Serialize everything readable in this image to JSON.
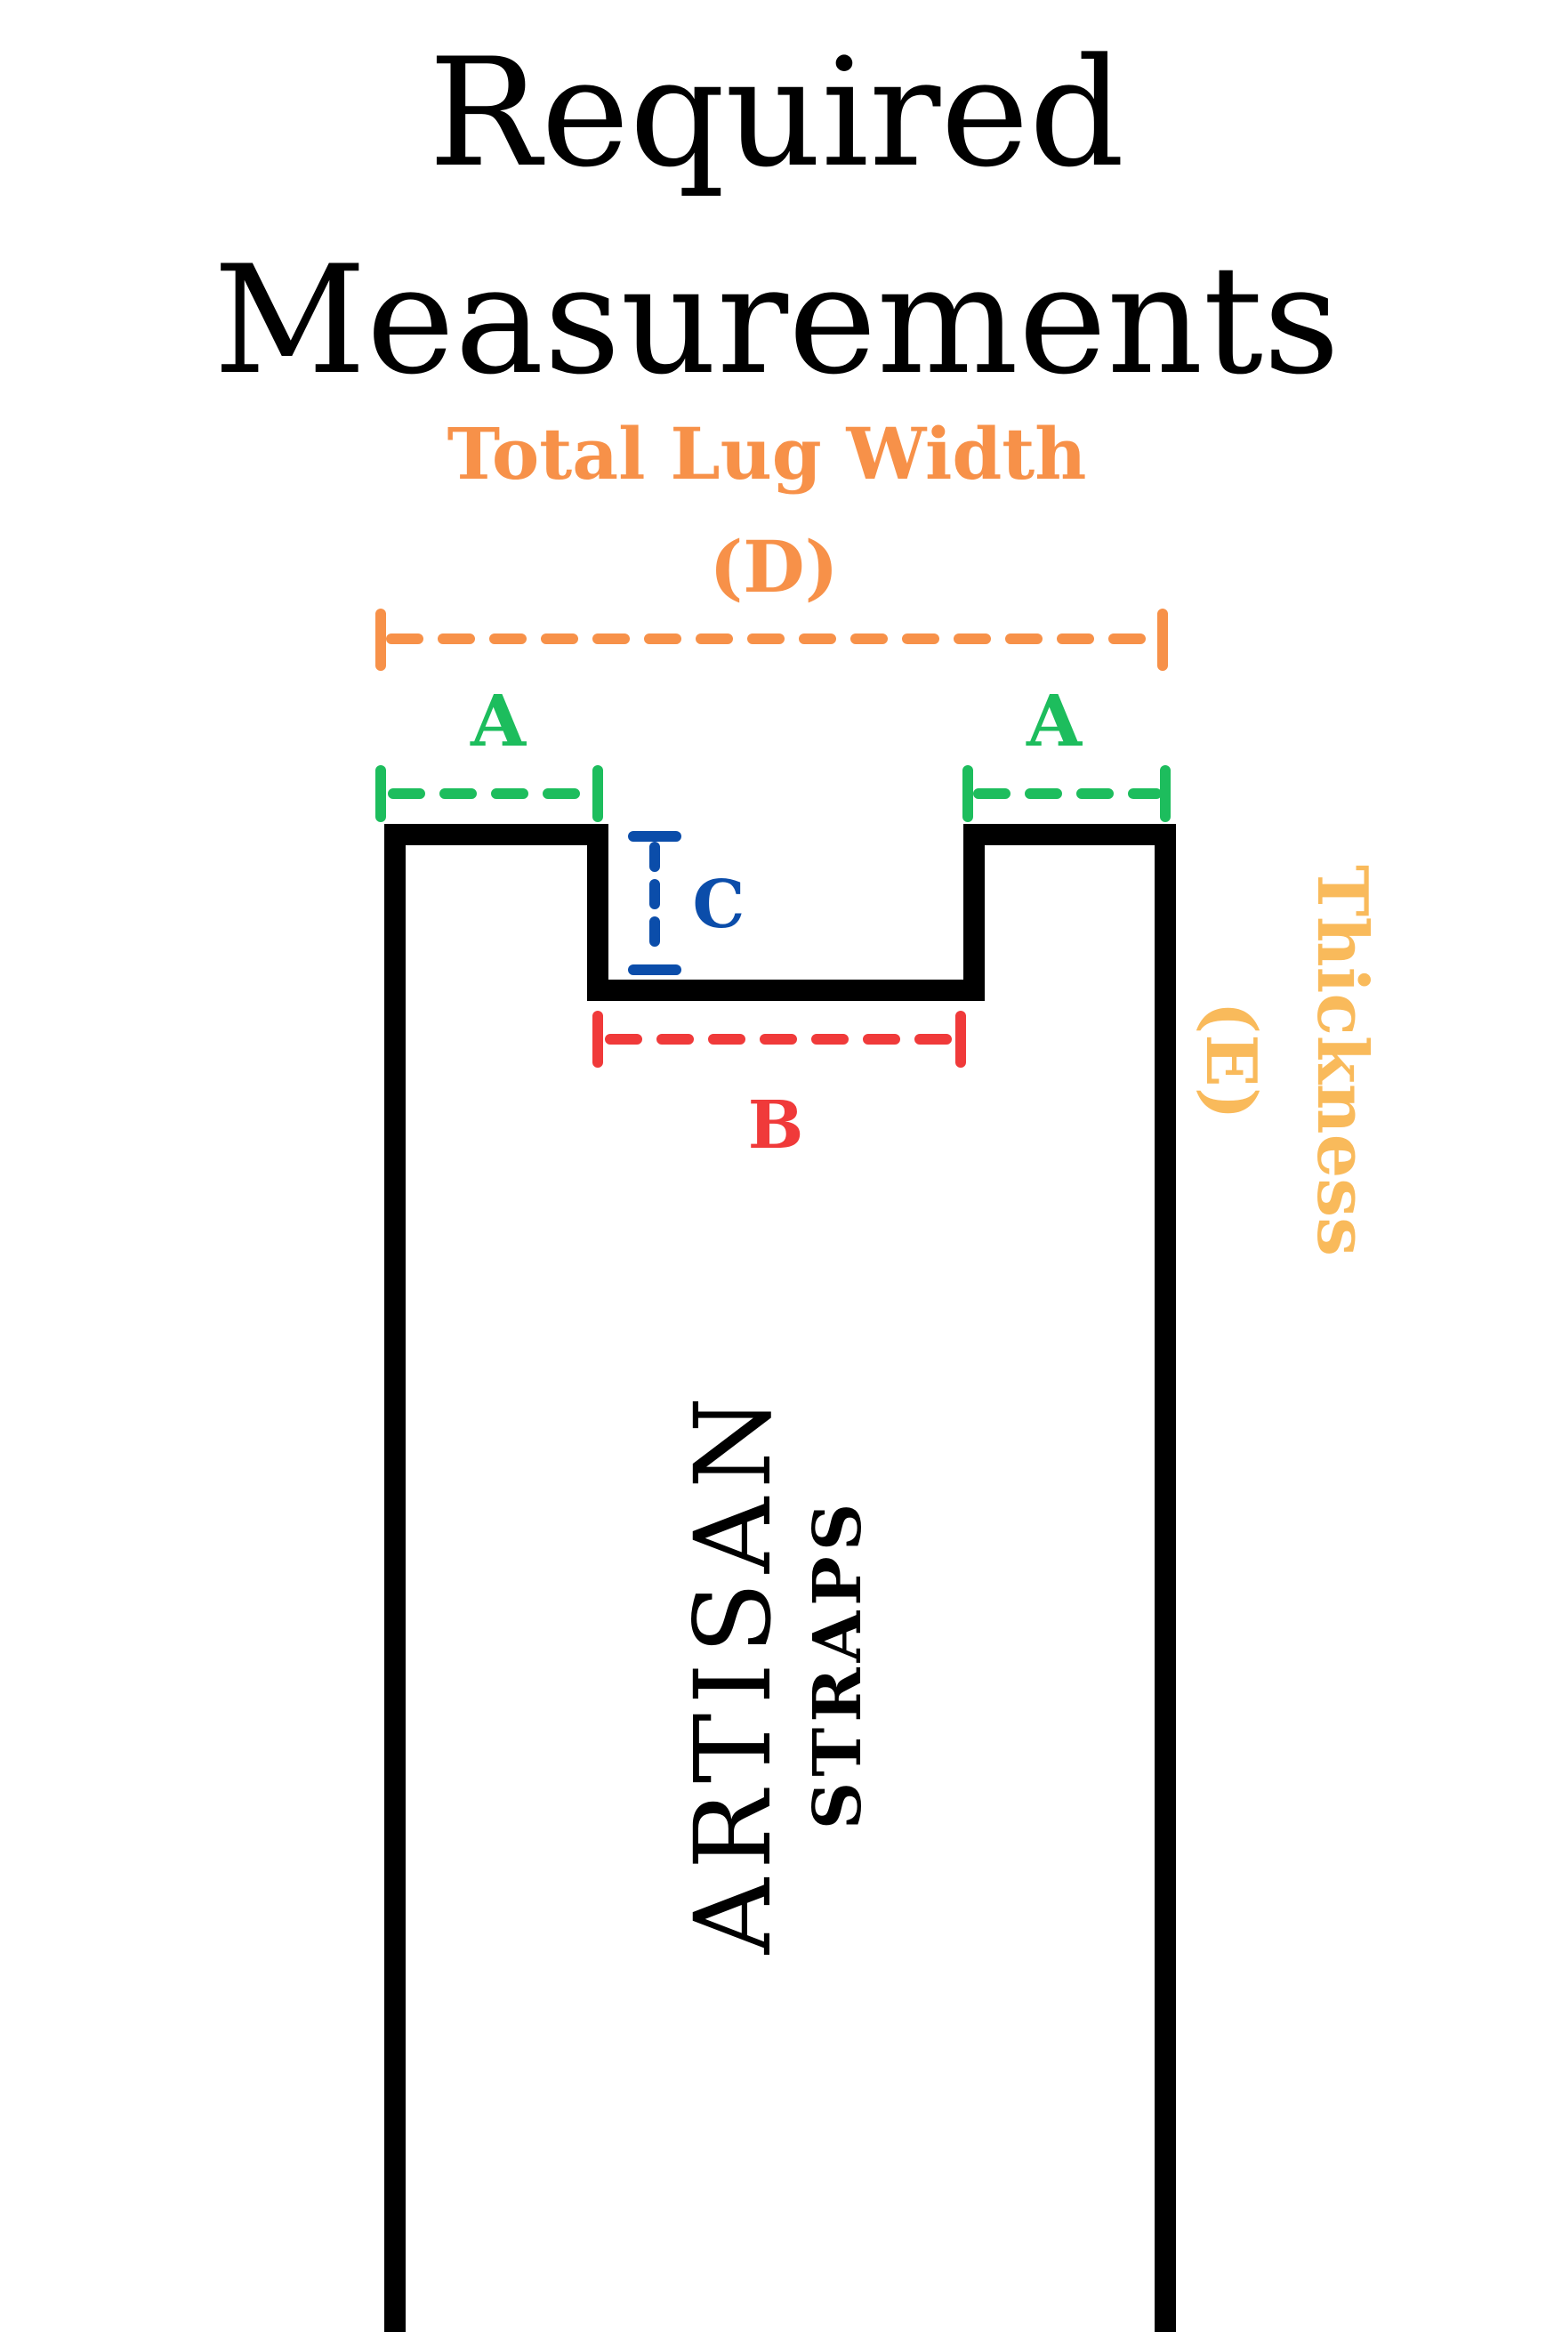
{
  "title": {
    "line1": "Required",
    "line2": "Measurements"
  },
  "dimensions": {
    "total_lug_width": {
      "label": "Total Lug Width",
      "letter": "(D)",
      "color": "#F79149"
    },
    "a_left": {
      "letter": "A",
      "color": "#1DBD5D"
    },
    "a_right": {
      "letter": "A",
      "color": "#1DBD5D"
    },
    "c": {
      "letter": "C",
      "color": "#0B4DAA"
    },
    "b": {
      "letter": "B",
      "color": "#F03A3A"
    },
    "thickness": {
      "label": "Thickness",
      "letter": "(E)",
      "color": "#F9BA5B"
    }
  },
  "brand": {
    "name": "ARTISAN",
    "sub": "STRAPS"
  },
  "outline_color": "#000000"
}
